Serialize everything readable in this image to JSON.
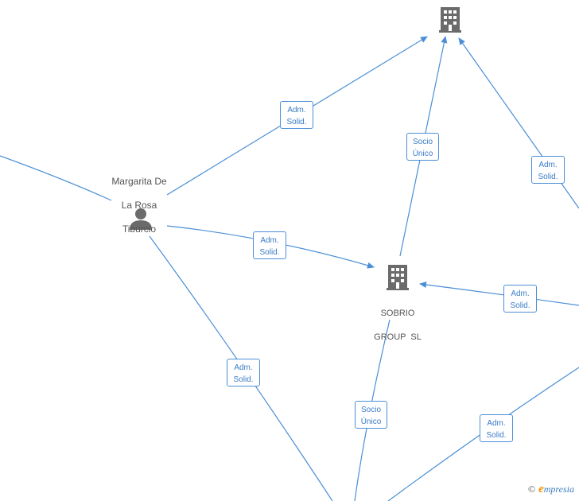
{
  "nodes": {
    "person": {
      "name_line1": "Margarita De",
      "name_line2": "La Rosa",
      "name_line3": "Tiburcio",
      "icon": "person-icon"
    },
    "company_top": {
      "icon": "building-icon"
    },
    "company_center": {
      "name_line1": "SOBRIO",
      "name_line2": "GROUP  SL",
      "icon": "building-icon"
    }
  },
  "edge_labels": {
    "person_to_top": {
      "line1": "Adm.",
      "line2": "Solid."
    },
    "center_to_top": {
      "line1": "Socio",
      "line2": "Único"
    },
    "right_to_top": {
      "line1": "Adm.",
      "line2": "Solid."
    },
    "person_to_center": {
      "line1": "Adm.",
      "line2": "Solid."
    },
    "right_to_center": {
      "line1": "Adm.",
      "line2": "Solid."
    },
    "person_to_bottom": {
      "line1": "Adm.",
      "line2": "Solid."
    },
    "bottom_to_center": {
      "line1": "Socio",
      "line2": "Único"
    },
    "right_to_bottom": {
      "line1": "Adm.",
      "line2": "Solid."
    }
  },
  "watermark": {
    "copyright": "©",
    "brand_e": "e",
    "brand_rest": "mpresia"
  },
  "colors": {
    "edge": "#4a8fd6",
    "icon": "#6b6b6b",
    "brand_orange": "#f39200"
  }
}
